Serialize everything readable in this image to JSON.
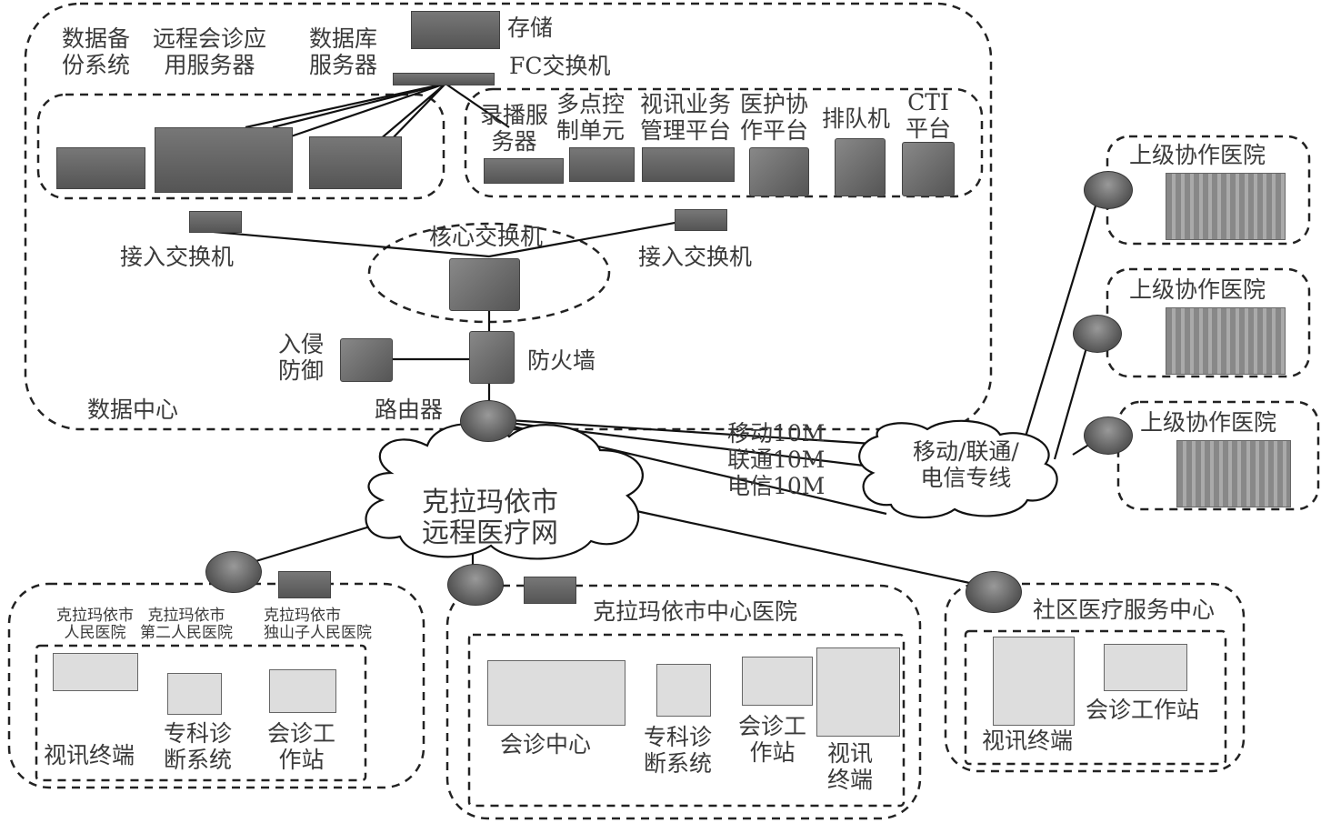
{
  "data_center": {
    "title": "数据中心",
    "storage": "存储",
    "fc_switch": "FC交换机",
    "backup": [
      "数据备",
      "份系统"
    ],
    "remote_app": [
      "远程会诊应",
      "用服务器"
    ],
    "db_server": [
      "数据库",
      "服务器"
    ],
    "platforms": [
      {
        "label": [
          "录播服",
          "务器"
        ]
      },
      {
        "label": [
          "多点控",
          "制单元"
        ]
      },
      {
        "label": [
          "视讯业务",
          "管理平台"
        ]
      },
      {
        "label": [
          "医护协",
          "作平台"
        ]
      },
      {
        "label": [
          "排队机"
        ]
      },
      {
        "label": [
          "CTI",
          "平台"
        ]
      }
    ],
    "access_switch_left": "接入交换机",
    "access_switch_right": "接入交换机",
    "core_switch": "核心交换机",
    "ids": [
      "入侵",
      "防御"
    ],
    "firewall": "防火墙",
    "router": "路由器"
  },
  "links": {
    "mobile": "移动10M",
    "unicom": "联通10M",
    "telecom": "电信10M"
  },
  "private_line_cloud": [
    "移动/联通/",
    "电信专线"
  ],
  "main_cloud": [
    "克拉玛依市",
    "远程医疗网"
  ],
  "partner_hospitals": [
    "上级协作医院",
    "上级协作医院",
    "上级协作医院"
  ],
  "left_group": {
    "hospitals": [
      [
        "克拉玛依市",
        "人民医院"
      ],
      [
        "克拉玛依市",
        "第二人民医院"
      ],
      [
        "克拉玛依市",
        "独山子人民医院"
      ]
    ],
    "terminal": "视讯终端",
    "specialist": [
      "专科诊",
      "断系统"
    ],
    "workstation": [
      "会诊工",
      "作站"
    ]
  },
  "central_hospital": {
    "title": "克拉玛依市中心医院",
    "consult_center": "会诊中心",
    "specialist": [
      "专科诊",
      "断系统"
    ],
    "workstation": [
      "会诊工",
      "作站"
    ],
    "terminal": [
      "视讯",
      "终端"
    ]
  },
  "community": {
    "title": "社区医疗服务中心",
    "terminal": "视讯终端",
    "workstation": "会诊工作站"
  }
}
